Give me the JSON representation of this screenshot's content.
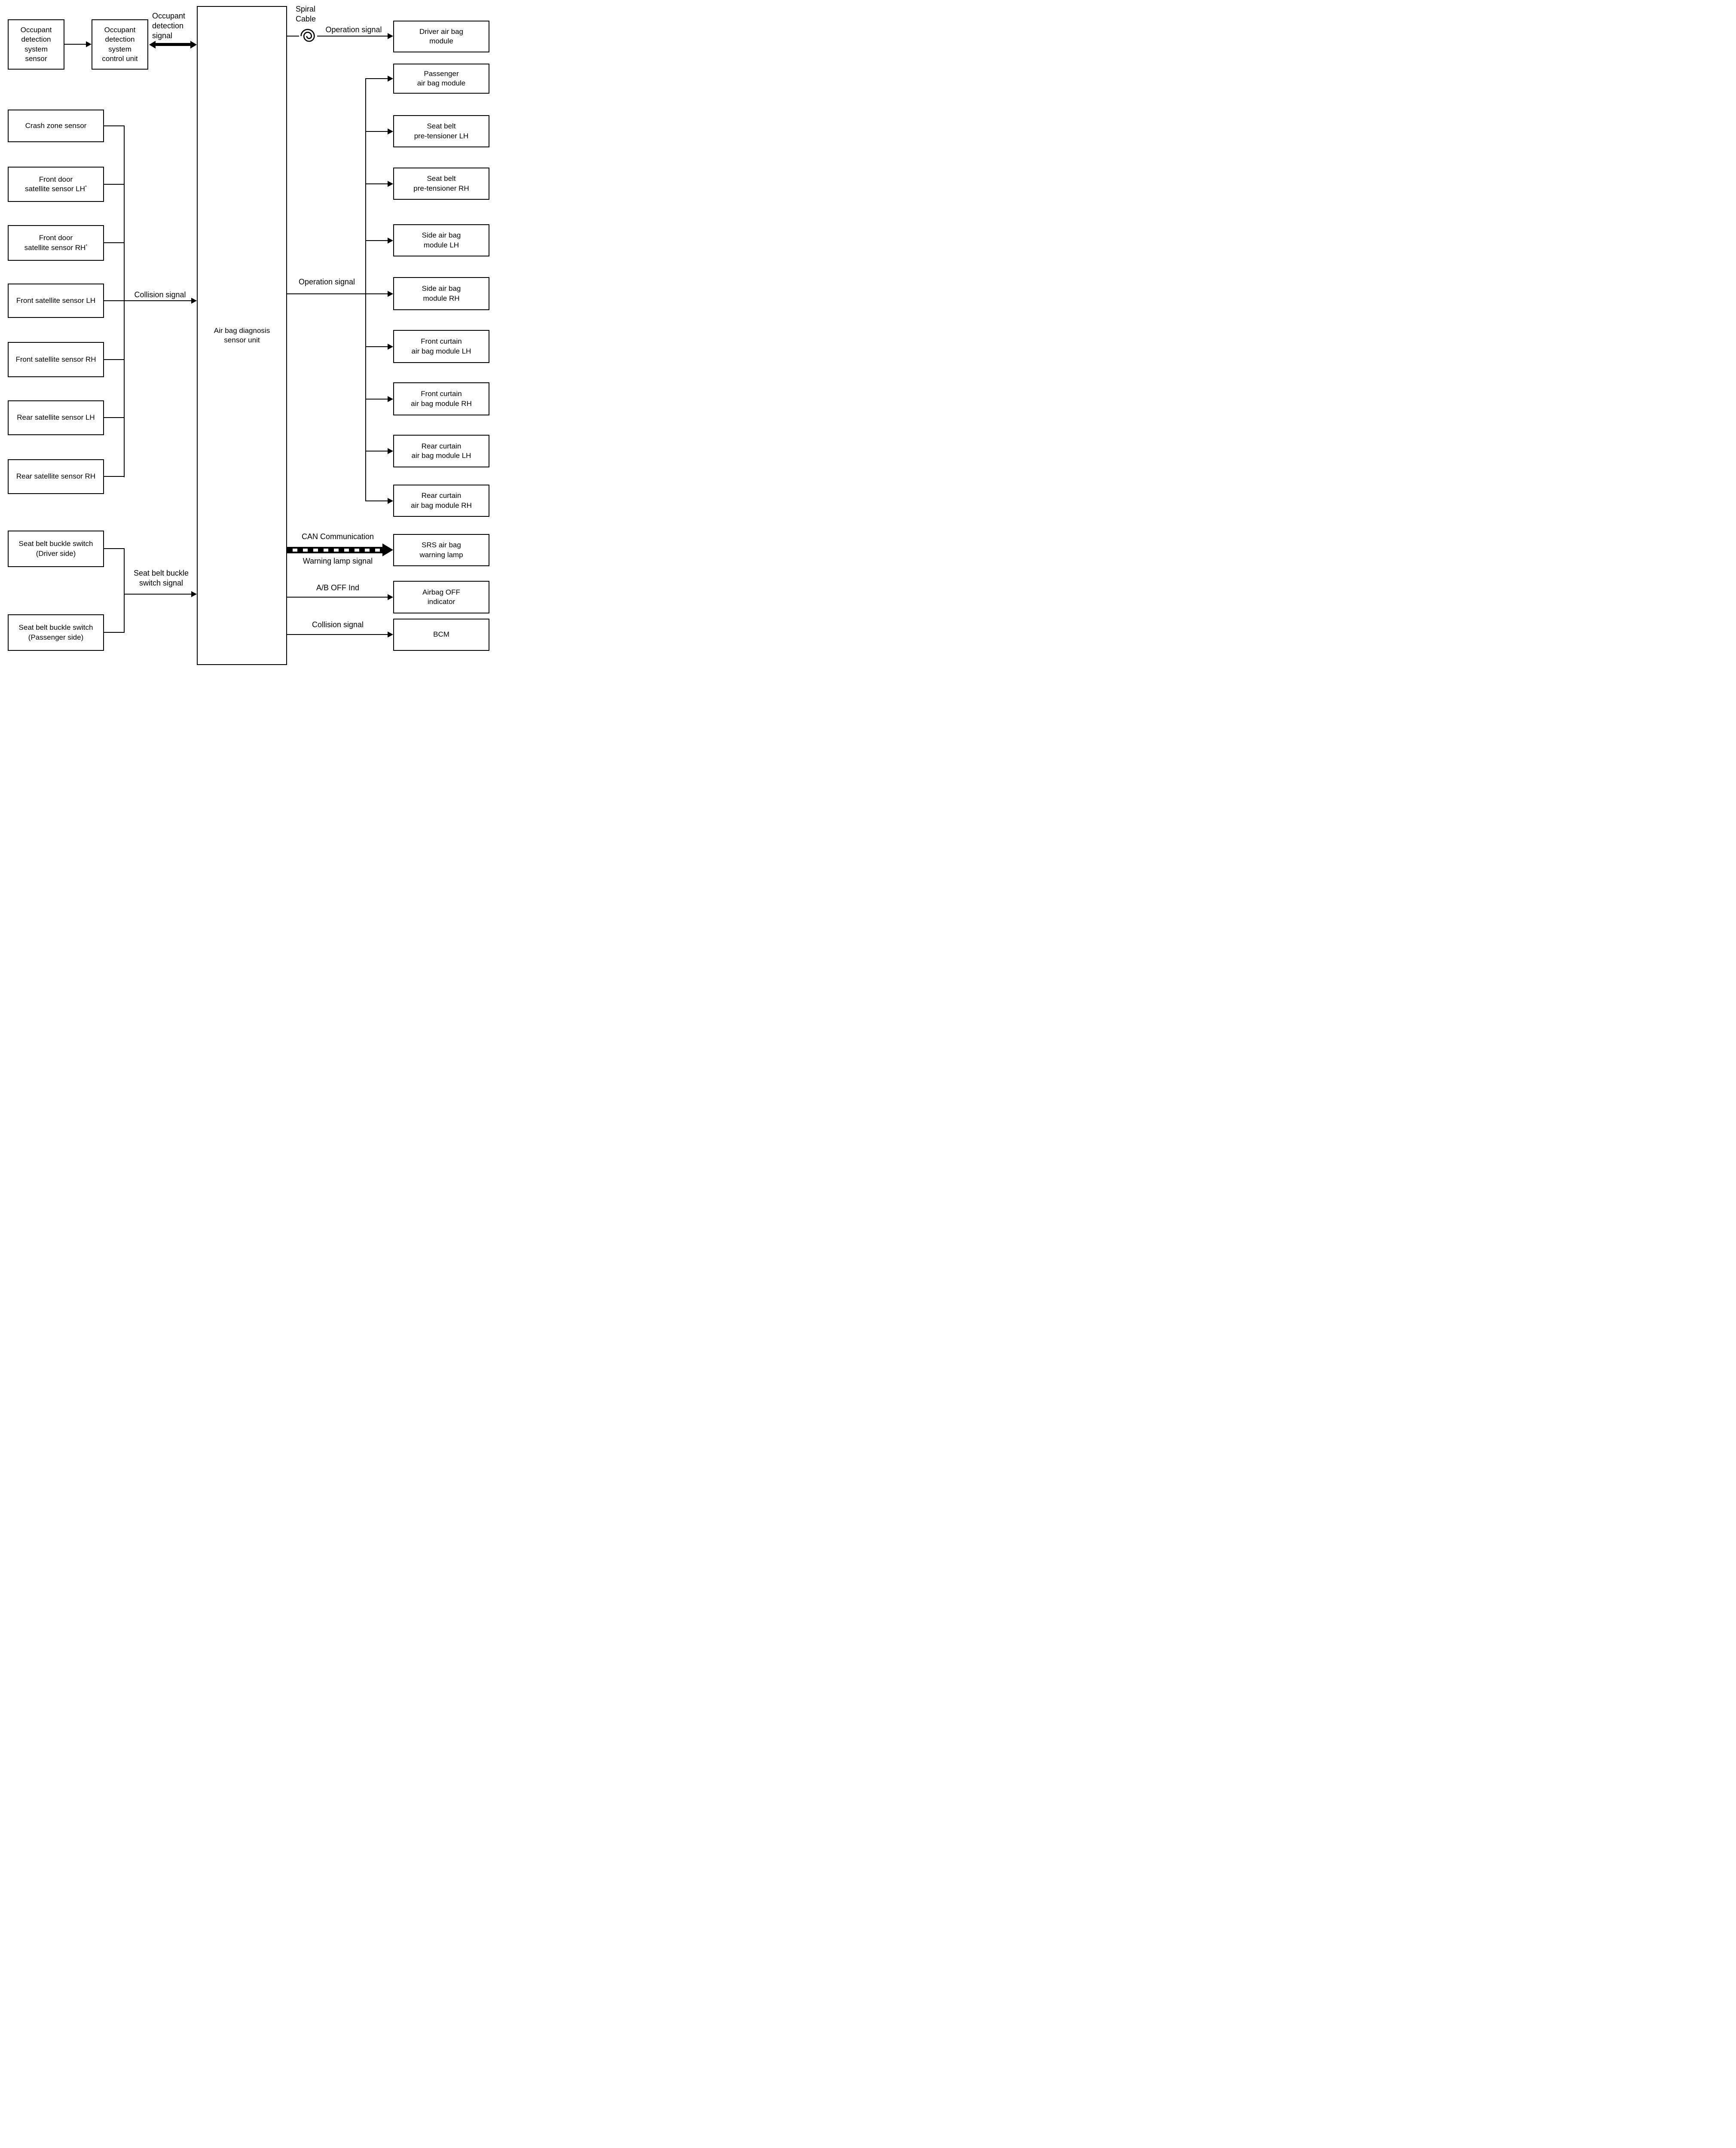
{
  "occupant_flow": {
    "sensor_box": "Occupant\ndetection\nsystem\nsensor",
    "control_unit_box": "Occupant\ndetection\nsystem\ncontrol unit",
    "signal": "Occupant\ndetection\nsignal"
  },
  "center_unit": {
    "label": "Air bag diagnosis\nsensor unit"
  },
  "crash_sensors": {
    "signal": "Collision signal",
    "boxes": [
      {
        "label": "Crash zone sensor"
      },
      {
        "label": "Front door\nsatellite sensor LH",
        "note": "*"
      },
      {
        "label": "Front door\nsatellite sensor RH",
        "note": "*"
      },
      {
        "label": "Front satellite sensor LH"
      },
      {
        "label": "Front satellite sensor RH"
      },
      {
        "label": "Rear satellite sensor LH"
      },
      {
        "label": "Rear satellite sensor RH"
      }
    ]
  },
  "seat_belt": {
    "signal": "Seat belt buckle\nswitch signal",
    "boxes": [
      {
        "label": "Seat belt buckle switch\n(Driver side)"
      },
      {
        "label": "Seat belt buckle switch\n(Passenger side)"
      }
    ]
  },
  "spiral_cable": {
    "label": "Spiral\nCable",
    "signal": "Operation signal"
  },
  "operation": {
    "signal": "Operation signal",
    "modules": [
      {
        "label": "Driver air bag\nmodule"
      },
      {
        "label": "Passenger\nair bag module"
      },
      {
        "label": "Seat belt\npre-tensioner LH"
      },
      {
        "label": "Seat belt\npre-tensioner RH"
      },
      {
        "label": "Side air bag\nmodule LH"
      },
      {
        "label": "Side air bag\nmodule RH"
      },
      {
        "label": "Front curtain\nair bag module LH"
      },
      {
        "label": "Front curtain\nair bag module RH"
      },
      {
        "label": "Rear curtain\nair bag module LH"
      },
      {
        "label": "Rear curtain\nair bag module RH"
      }
    ]
  },
  "outputs": {
    "can": {
      "label_top": "CAN Communication",
      "label_bottom": "Warning lamp signal",
      "box": "SRS air bag\nwarning lamp"
    },
    "ab_off": {
      "label": "A/B OFF Ind",
      "box": "Airbag OFF\nindicator"
    },
    "collision": {
      "label": "Collision signal",
      "box": "BCM"
    }
  },
  "colors": {
    "line": "#000000",
    "background": "#ffffff"
  }
}
